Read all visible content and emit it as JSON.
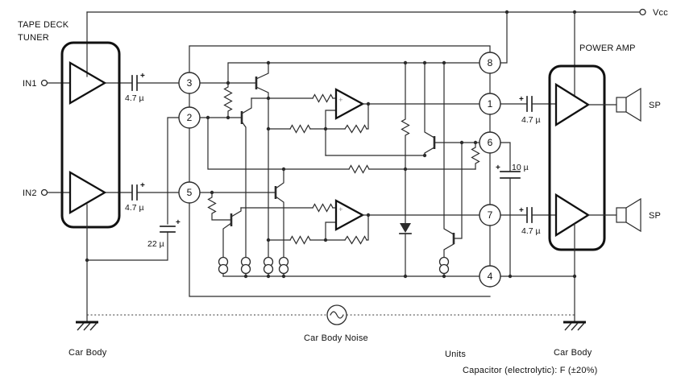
{
  "diagram": {
    "power": {
      "vcc": "Vcc"
    },
    "tape_deck": {
      "title_line1": "TAPE DECK",
      "title_line2": "TUNER",
      "input1": "IN1",
      "input2": "IN2"
    },
    "ic": {
      "pins": [
        "3",
        "2",
        "5",
        "8",
        "1",
        "6",
        "7",
        "4"
      ],
      "opamp_plus": "+"
    },
    "power_amp": {
      "title": "POWER AMP",
      "speaker": "SP"
    },
    "capacitors": {
      "plus": "+",
      "c_in1": "4.7 µ",
      "c_in2": "4.7 µ",
      "c_ripple": "22 µ",
      "c_mid": "10 µ",
      "c_out1": "4.7 µ",
      "c_out2": "4.7 µ"
    },
    "ground": {
      "left": "Car Body",
      "right": "Car Body",
      "noise_source": "Car Body Noise"
    },
    "notes": {
      "units_heading": "Units",
      "capacitor_tolerance": "Capacitor (electrolytic): F (±20%)"
    }
  }
}
